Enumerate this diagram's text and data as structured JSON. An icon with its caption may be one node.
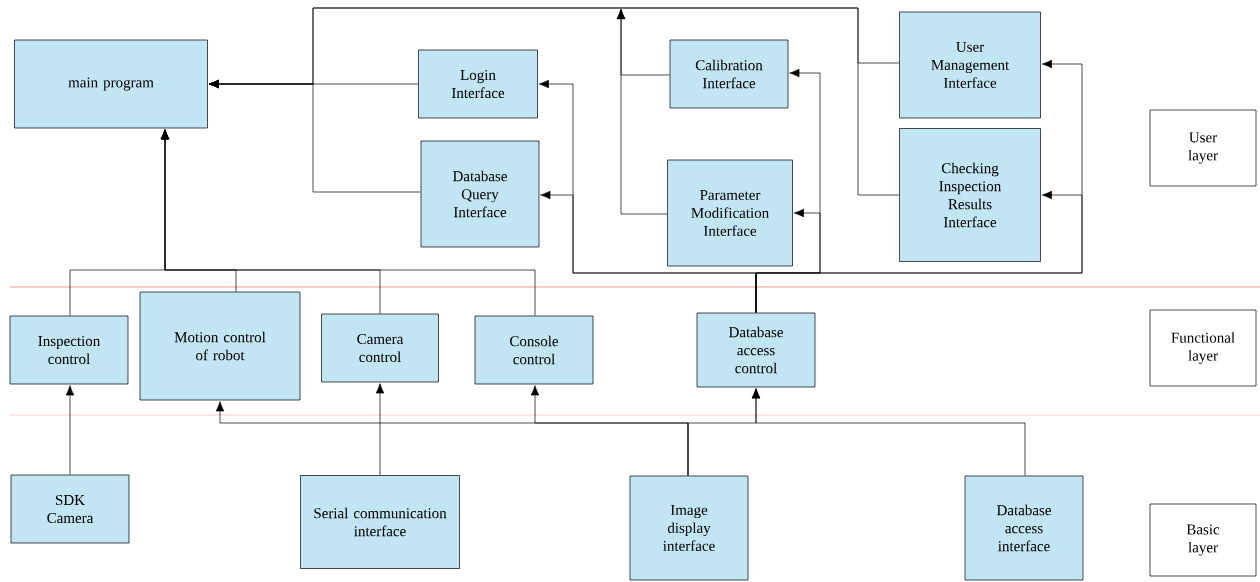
{
  "diagram": {
    "nodes": [
      {
        "text": [
          "main program"
        ]
      },
      {
        "text": [
          "Login Interface"
        ]
      },
      {
        "text": [
          "Database Query Interface"
        ]
      },
      {
        "text": [
          "Calibration Interface"
        ]
      },
      {
        "text": [
          "Parameter Modification Interface"
        ]
      },
      {
        "text": [
          "User Management Interface"
        ]
      },
      {
        "text": [
          "Checking Inspection Results Interface"
        ]
      },
      {
        "text": [
          "User layer"
        ]
      },
      {
        "text": [
          "Inspection control"
        ]
      },
      {
        "text": [
          "Motion control of robot"
        ]
      },
      {
        "text": [
          "Camera control"
        ]
      },
      {
        "text": [
          "Console control"
        ]
      },
      {
        "text": [
          "Database access control"
        ]
      },
      {
        "text": [
          "Functional layer"
        ]
      },
      {
        "text": [
          "SDK Camera"
        ]
      },
      {
        "text": [
          "Serial communication interface"
        ]
      },
      {
        "text": [
          "Image display interface"
        ]
      },
      {
        "text": [
          "Database access interface"
        ]
      },
      {
        "text": [
          "Basic layer"
        ]
      }
    ],
    "edges": [
      {
        "from": 1,
        "to": 0,
        "arrow": "to"
      },
      {
        "from": 2,
        "to": 0,
        "arrow": "to"
      },
      {
        "from": 5,
        "to": 0,
        "arrow": "to"
      },
      {
        "from": 6,
        "to": 0,
        "arrow": "to"
      },
      {
        "from": 3,
        "to": null,
        "arrow": "to"
      },
      {
        "from": 4,
        "to": null,
        "arrow": "to"
      },
      {
        "from": 12,
        "to": 1,
        "arrow": "to"
      },
      {
        "from": 12,
        "to": 2,
        "arrow": "to"
      },
      {
        "from": 12,
        "to": 3,
        "arrow": "to"
      },
      {
        "from": 12,
        "to": 4,
        "arrow": "to"
      },
      {
        "from": 12,
        "to": 5,
        "arrow": "to"
      },
      {
        "from": 12,
        "to": 6,
        "arrow": "to"
      },
      {
        "from": 8,
        "to": 0,
        "arrow": "to"
      },
      {
        "from": 9,
        "to": 0,
        "arrow": "to"
      },
      {
        "from": 10,
        "to": 0,
        "arrow": "to"
      },
      {
        "from": 11,
        "to": 0,
        "arrow": "to"
      },
      {
        "from": 14,
        "to": 8,
        "arrow": "to"
      },
      {
        "from": 15,
        "to": 10,
        "arrow": "to"
      },
      {
        "from": 16,
        "to": 9,
        "arrow": "to"
      },
      {
        "from": 16,
        "to": 11,
        "arrow": "to"
      },
      {
        "from": 16,
        "to": 12,
        "arrow": "to"
      },
      {
        "from": 17,
        "to": 12,
        "arrow": "to"
      }
    ]
  }
}
